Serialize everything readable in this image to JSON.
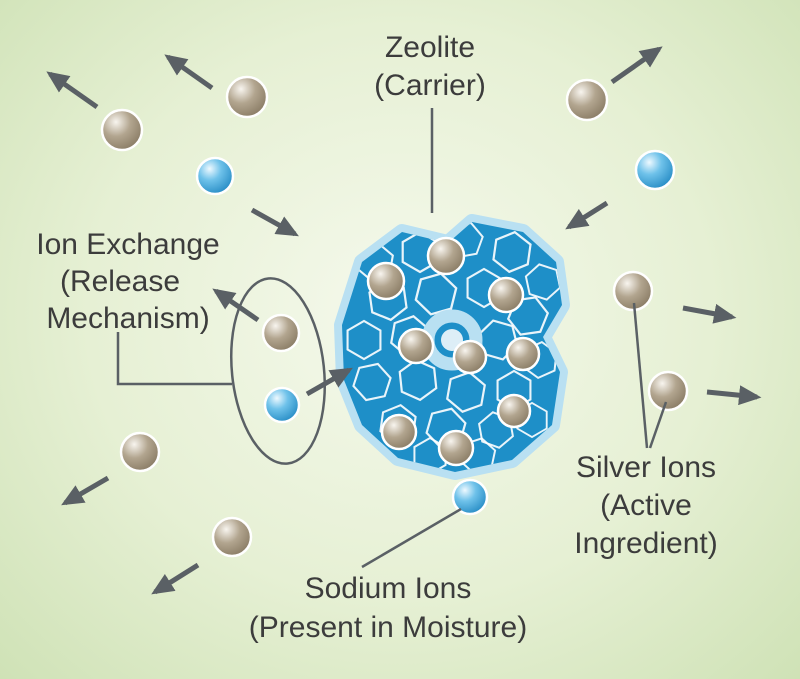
{
  "labels": {
    "zeolite": {
      "line1": "Zeolite",
      "line2": "(Carrier)"
    },
    "ion_exchange": {
      "line1": "Ion Exchange",
      "line2": "(Release",
      "line3": "Mechanism)"
    },
    "silver_ions": {
      "line1": "Silver Ions",
      "line2": "(Active",
      "line3": "Ingredient)"
    },
    "sodium_ions": {
      "line1": "Sodium Ions",
      "line2": "(Present in Moisture)"
    }
  },
  "icons": {
    "silver-ion-sphere": "tan-brown glossy sphere with white outline",
    "sodium-ion-sphere": "blue glossy sphere with white outline",
    "zeolite-structure": "blue polyhedral cage framework with white lattice lines",
    "release-arrow": "gray arrow indicating ion movement",
    "ion-exchange-ellipse": "thin gray ellipse grouping one silver and one sodium ion"
  },
  "colors": {
    "bg_center": "#f5f9ec",
    "bg_mid": "#e6f0d4",
    "bg_edge": "#cfe2b6",
    "text": "#3c3c3c",
    "line": "#5a6065",
    "arrow": "#5a6065",
    "silver_hi": "#f8f5ef",
    "silver_mid": "#b2a58f",
    "silver_dark": "#84765f",
    "sodium_hi": "#eef9ff",
    "sodium_mid": "#6fc2ea",
    "sodium_dark": "#1d85c0",
    "zeolite_fill": "#1e8fc8",
    "zeolite_glow": "#b9e0f2",
    "zeolite_lines": "#ffffff",
    "sphere_outline": "#ffffff"
  }
}
